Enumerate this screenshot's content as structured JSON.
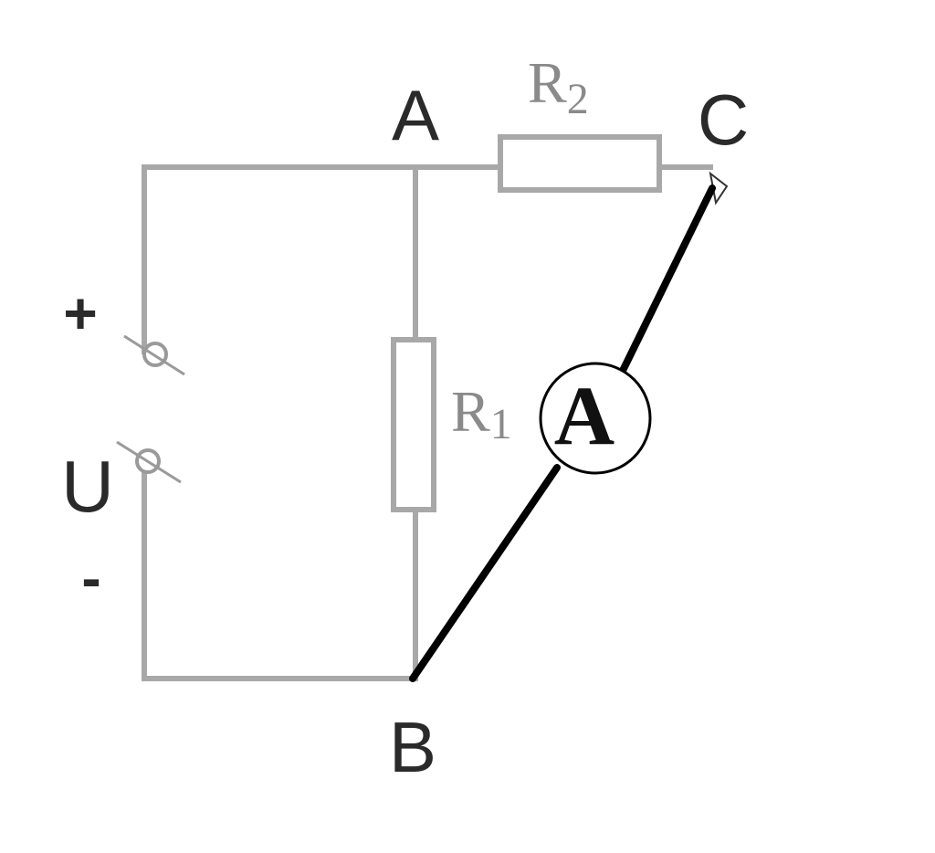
{
  "nodes": {
    "a": "A",
    "b": "B",
    "c": "C"
  },
  "resistors": {
    "r1": {
      "letter": "R",
      "subscript": "1"
    },
    "r2": {
      "letter": "R",
      "subscript": "2"
    }
  },
  "source": {
    "plus": "+",
    "minus": "-",
    "voltage": "U"
  },
  "ammeter": {
    "symbol": "A"
  }
}
